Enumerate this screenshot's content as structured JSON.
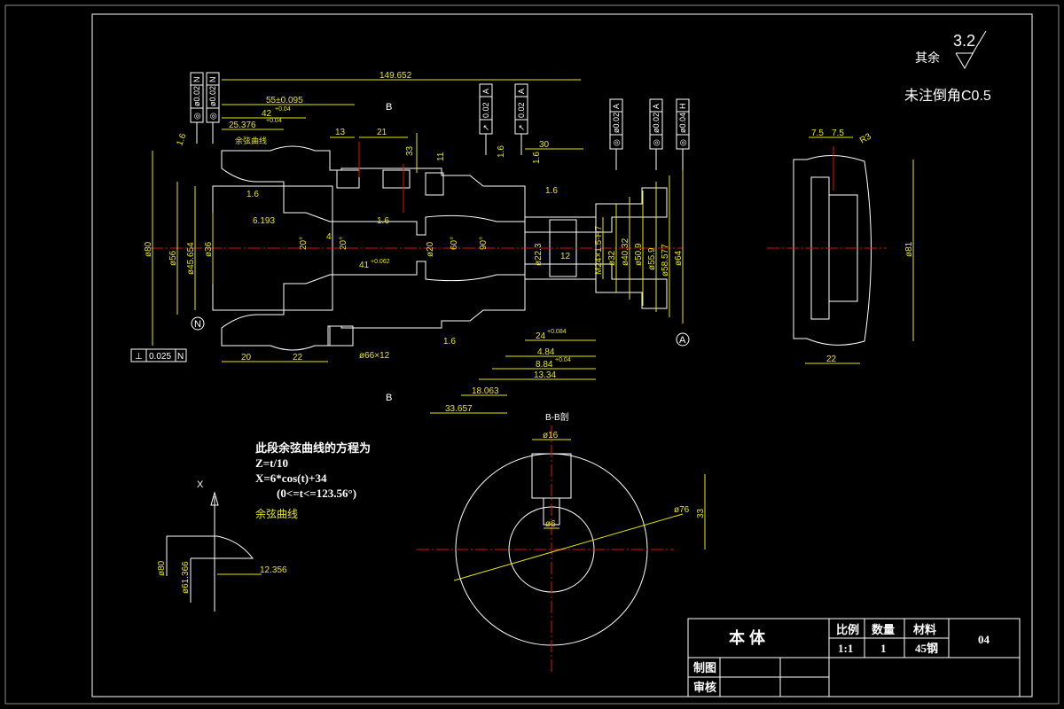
{
  "dims": {
    "total_len": "149.652",
    "d55": "55±0.095",
    "d42": "42",
    "d42_tol": "+0.04",
    "d25": "25.376",
    "d25_tol": "+0.04",
    "d13": "13",
    "d21": "21",
    "d33v": "33",
    "d11": "11",
    "d30": "30",
    "d6193": "6.193",
    "d4": "4",
    "d41": "41",
    "d41_tol": "+0.062",
    "d12": "12",
    "d20": "20",
    "d22": "22",
    "d66x12": "ø66×12",
    "d24": "24",
    "d24_tol": "+0.084",
    "d484": "4.84",
    "d884": "8.84",
    "d884_tol": "+0.04",
    "d1334": "13.34",
    "d18063": "18.063",
    "d33657": "33.657",
    "dia80": "ø80",
    "dia56": "ø56",
    "dia45": "ø45.654",
    "dia36": "ø36",
    "dia20": "ø20",
    "dia22": "ø22.3",
    "m24": "M24×1.5-H7",
    "dia32": "ø32",
    "dia40": "ø40.32",
    "dia50": "ø50.9",
    "dia55": "ø55.9",
    "dia58": "ø58.577",
    "dia64": "ø64",
    "ang20a": "20°",
    "ang20b": "20°",
    "ang60": "60°",
    "ang90": "90°",
    "rough16": "1.6",
    "flat": "0.025",
    "datum_n": "N",
    "datum_a": "A",
    "section_b": "B"
  },
  "tolerance_frames": [
    {
      "sym": "◎",
      "val": "ø0.02",
      "ref": "N"
    },
    {
      "sym": "◎",
      "val": "ø0.02",
      "ref": "N"
    },
    {
      "sym": "↗",
      "val": "0.02",
      "ref": "A"
    },
    {
      "sym": "↗",
      "val": "0.02",
      "ref": "A"
    },
    {
      "sym": "◎",
      "val": "ø0.02",
      "ref": "A"
    },
    {
      "sym": "◎",
      "val": "ø0.02",
      "ref": "A"
    },
    {
      "sym": "◎",
      "val": "ø0.04",
      "ref": "H"
    }
  ],
  "notes": {
    "rest_label": "其余",
    "rest_value": "3.2",
    "chamfer": "未注倒角C0.5",
    "cosine_label": "余弦曲线",
    "equation_title": "此段余弦曲线的方程为",
    "eq1": "Z=t/10",
    "eq2": "X=6*cos(t)+34",
    "eq3": "(0<=t<=123.56°)",
    "detail_80": "ø80",
    "detail_61": "ø61.366",
    "detail_12": "12.356",
    "detail_axis": "X",
    "section_title": "B-B剖",
    "sec_16": "ø16",
    "sec_6": "ø6",
    "sec_76": "ø76",
    "sec_33": "33",
    "side_75a": "7.5",
    "side_75b": "7.5",
    "side_r3": "R3",
    "side_81": "ø81",
    "side_22": "22"
  },
  "title_block": {
    "name": "本 体",
    "scale_label": "比例",
    "qty_label": "数量",
    "material_label": "材料",
    "scale": "1:1",
    "qty": "1",
    "material": "45钢",
    "drawing_no": "04",
    "drawn_label": "制图",
    "check_label": "审核"
  }
}
